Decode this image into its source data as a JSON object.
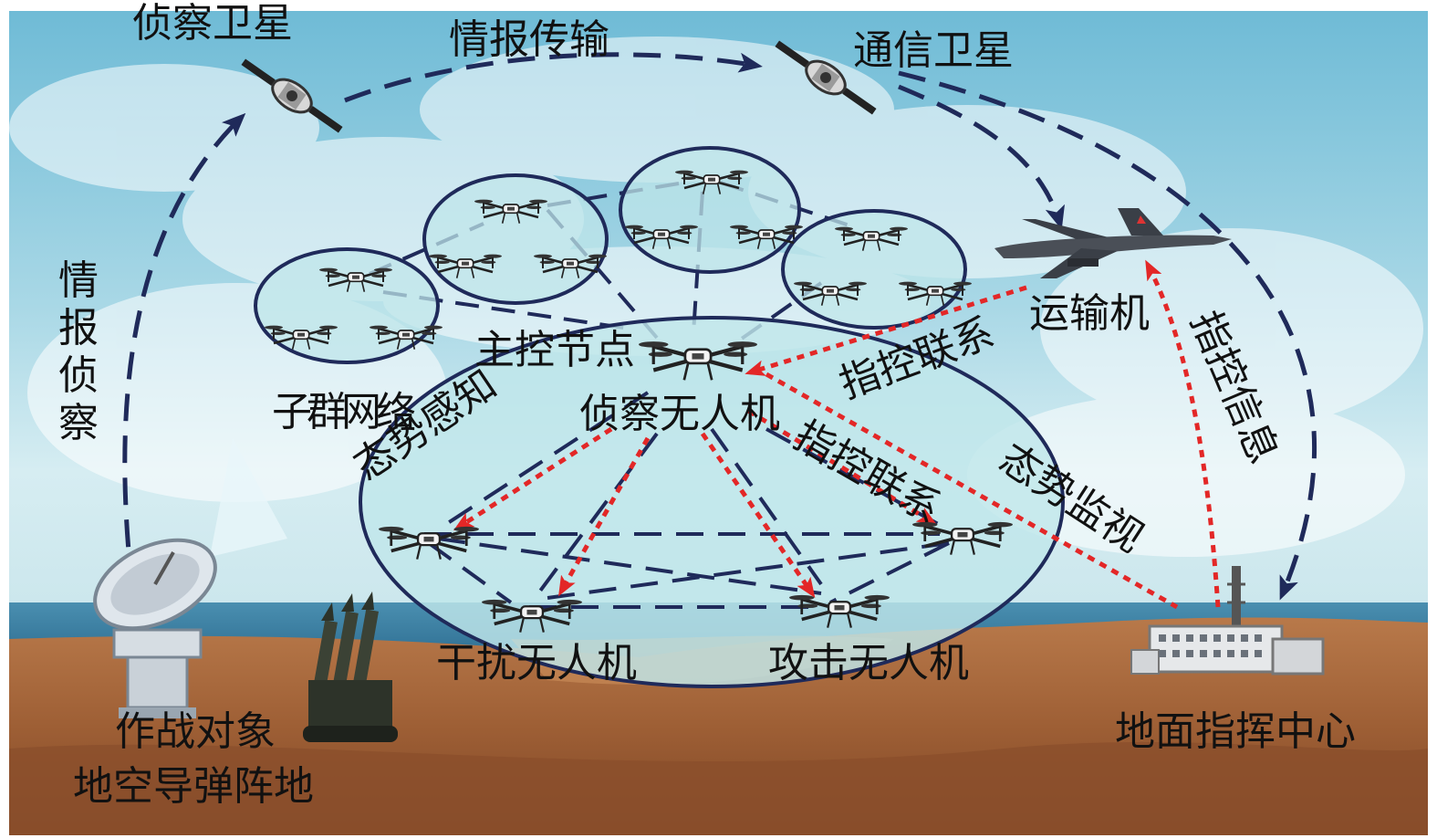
{
  "title": "",
  "labels": {
    "recon_satellite": "侦察卫星",
    "intel_transmission": "情报传输",
    "comm_satellite": "通信卫星",
    "intel_recon": "情报侦察",
    "subgroup_network": "子群网络",
    "master_node": "主控节点",
    "recon_uav": "侦察无人机",
    "situational_awareness": "态势感知",
    "command_link_lower": "指控联系",
    "command_link_upper": "指控联系",
    "situation_monitoring": "态势监视",
    "transport_aircraft": "运输机",
    "command_info": "指控信息",
    "jamming_uav": "干扰无人机",
    "attack_uav": "攻击无人机",
    "target_line1": "作战对象",
    "target_line2": "地空导弹阵地",
    "ground_center": "地面指挥中心"
  },
  "icons": {
    "satellite": "satellite-icon",
    "drone": "quadcopter-drone-icon",
    "aircraft": "transport-aircraft-icon",
    "radar": "radar-dish-icon",
    "missile": "missile-launcher-icon",
    "building": "command-center-building-icon"
  },
  "colors": {
    "navy_link": "#1f2a5a",
    "red_link": "#e32727",
    "ellipse_fill": "#bfe6ea",
    "sky_top": "#7fc3d9",
    "ground": "#a8663a",
    "label": "#111111"
  }
}
